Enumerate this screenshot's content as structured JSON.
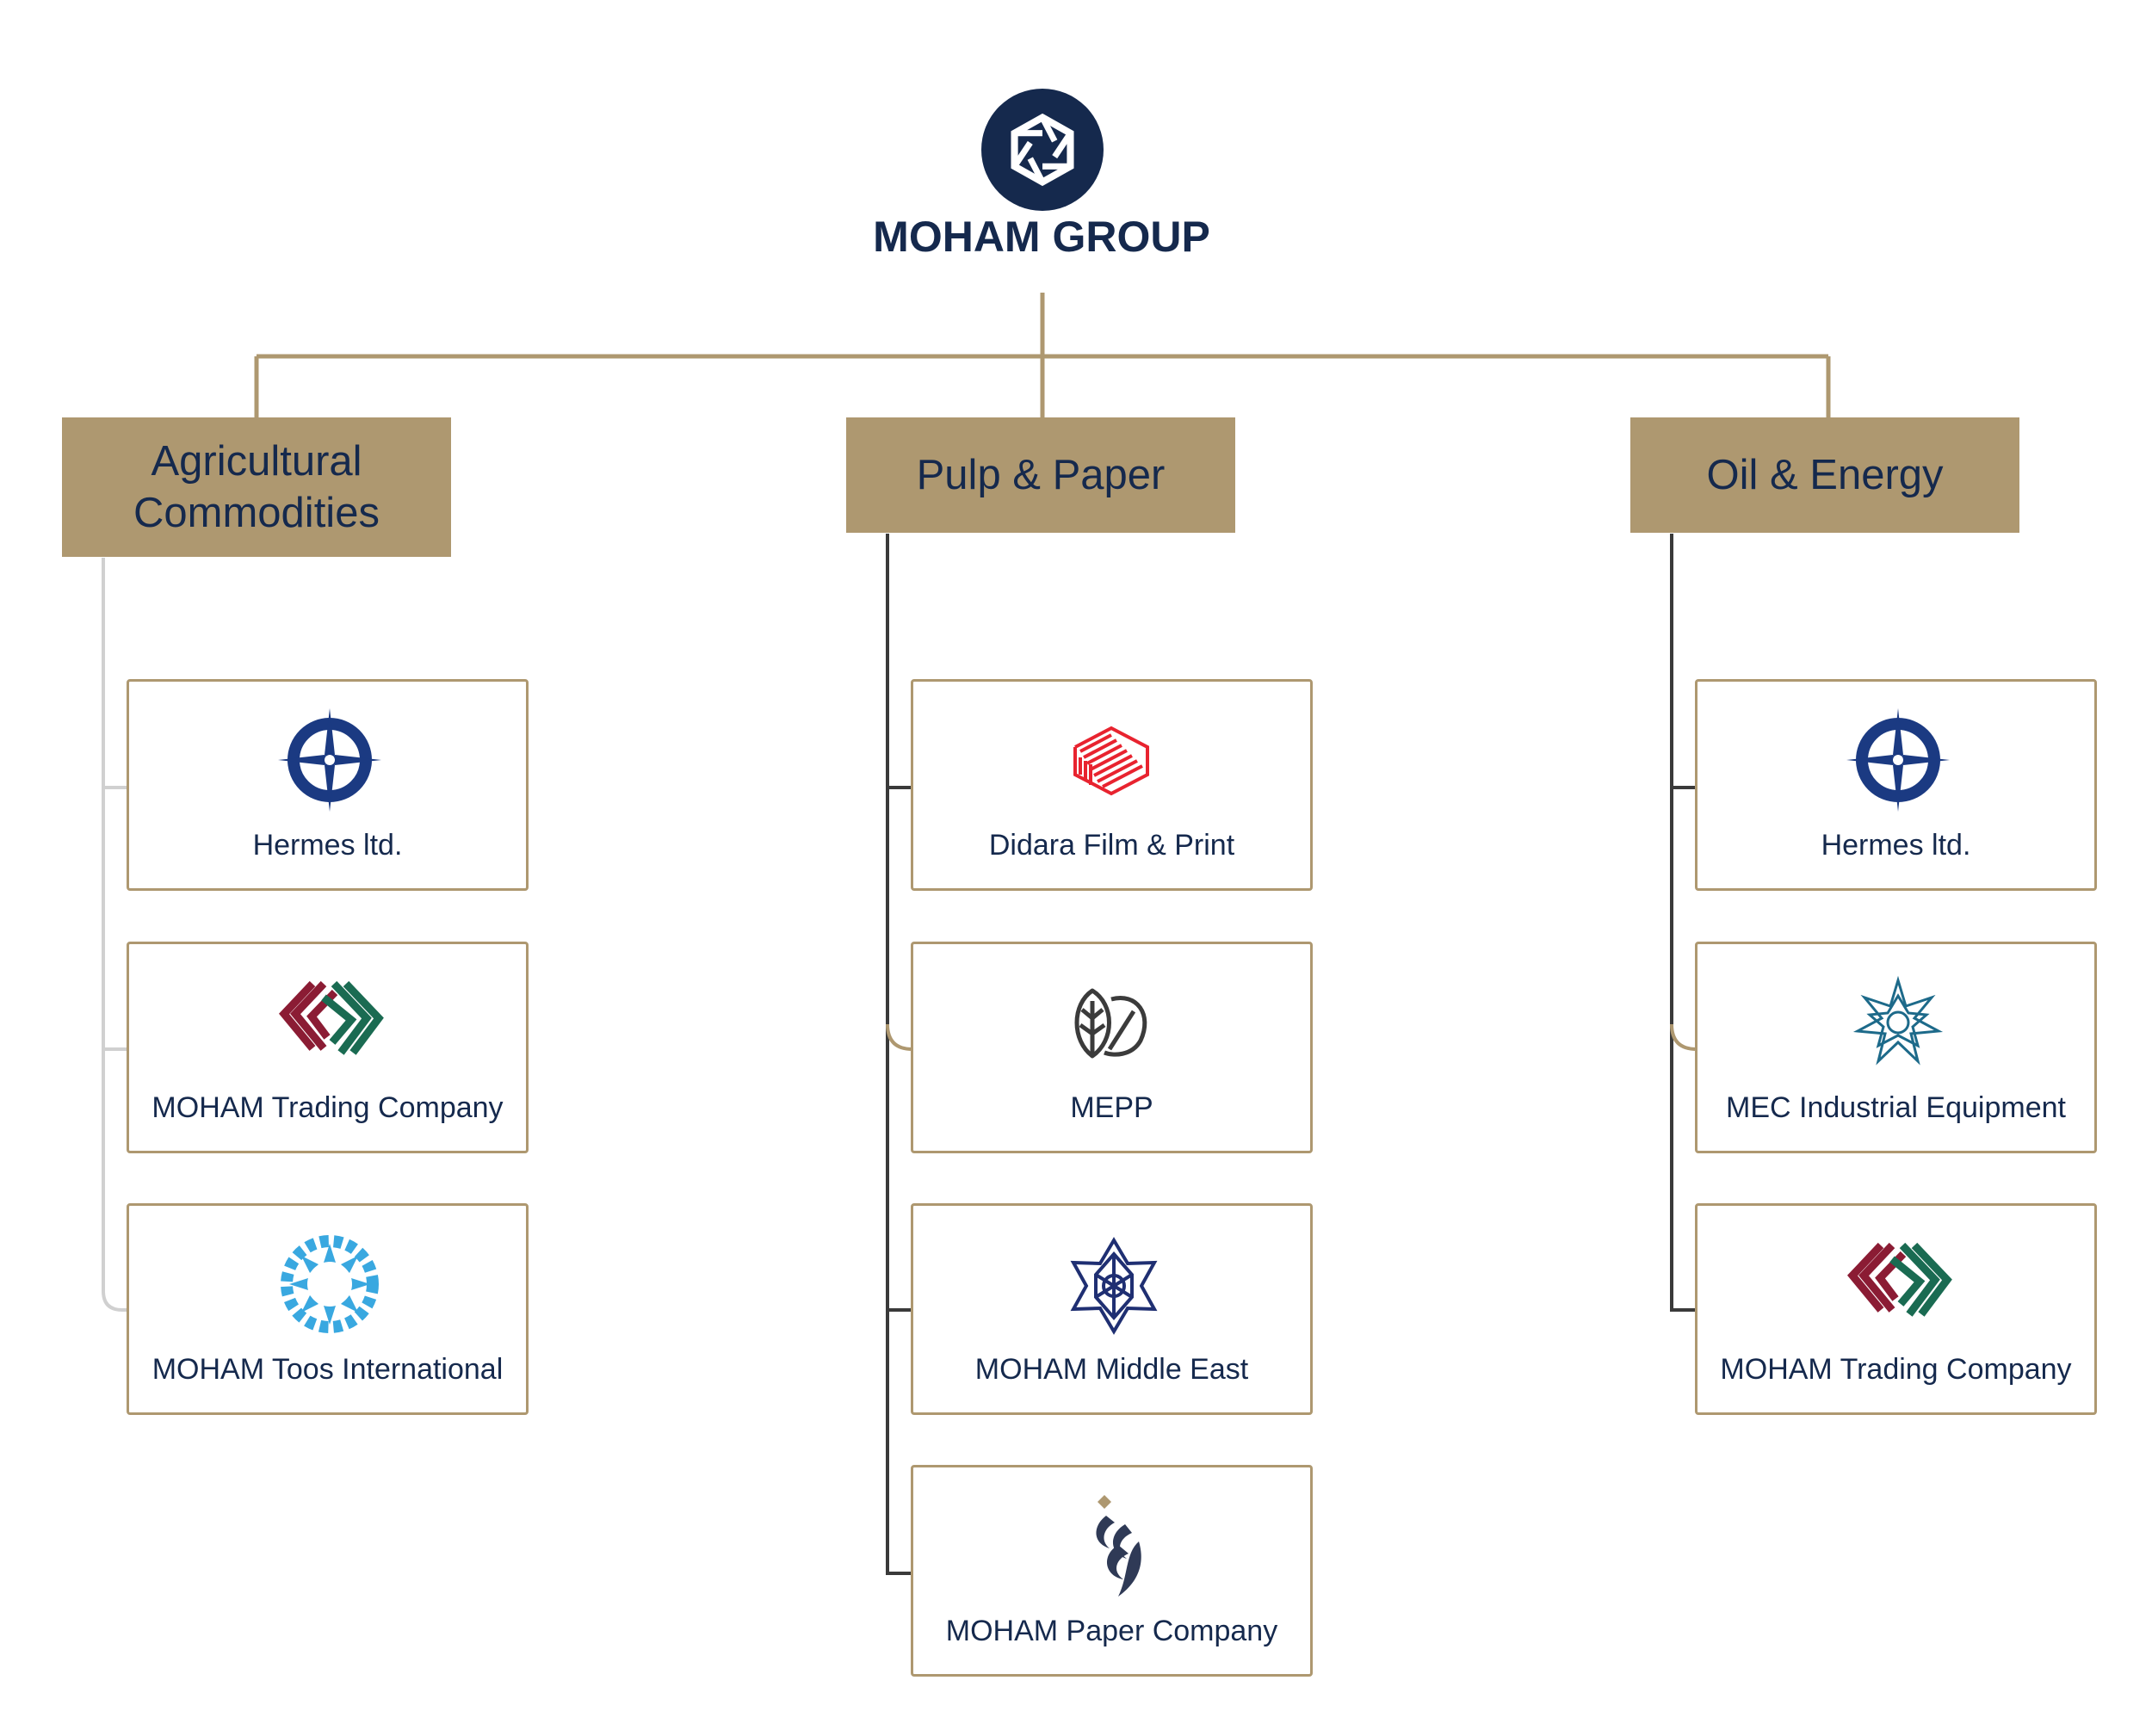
{
  "root": {
    "title": "MOHAM GROUP",
    "logo_icon": "moham-group-logo-icon"
  },
  "colors": {
    "navy": "#15294d",
    "gold": "#ae9870",
    "connector_dark": "#3a3a3a",
    "connector_light": "#cfcfcf"
  },
  "columns": [
    {
      "category": {
        "line1": "Agricultural",
        "line2": "Commodities"
      },
      "companies": [
        {
          "name": "Hermes ltd.",
          "icon": "compass-icon"
        },
        {
          "name": "MOHAM Trading Company",
          "icon": "chevron-blocks-icon"
        },
        {
          "name": "MOHAM Toos International",
          "icon": "star-ring-icon"
        }
      ]
    },
    {
      "category": {
        "line1": "Pulp & Paper"
      },
      "companies": [
        {
          "name": "Didara Film & Print",
          "icon": "striped-cube-icon"
        },
        {
          "name": "MEPP",
          "icon": "leaves-icon"
        },
        {
          "name": "MOHAM Middle East",
          "icon": "geometric-rosette-icon"
        },
        {
          "name": "MOHAM Paper Company",
          "icon": "calligraphy-flame-icon"
        }
      ]
    },
    {
      "category": {
        "line1": "Oil & Energy"
      },
      "companies": [
        {
          "name": "Hermes ltd.",
          "icon": "compass-icon"
        },
        {
          "name": "MEC Industrial Equipment",
          "icon": "star-burst-icon"
        },
        {
          "name": "MOHAM Trading Company",
          "icon": "chevron-blocks-icon"
        }
      ]
    }
  ]
}
